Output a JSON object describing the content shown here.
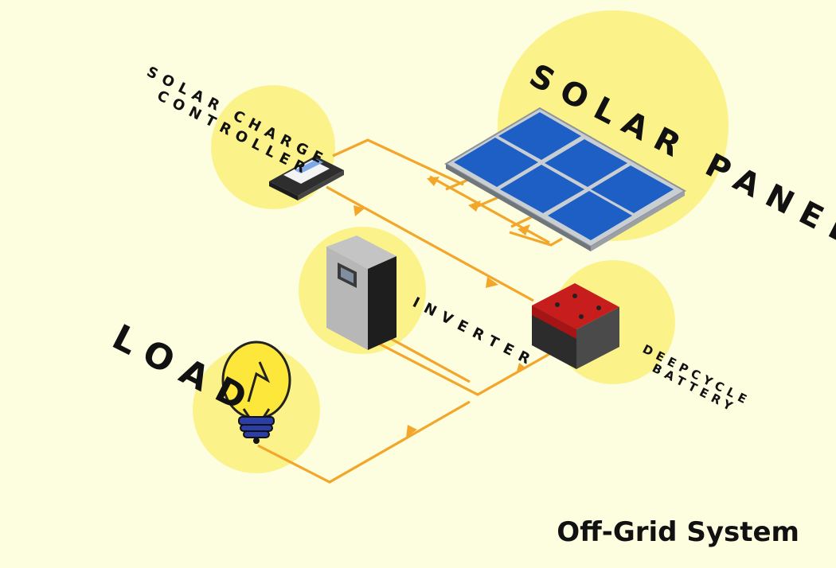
{
  "title": "Off-Grid System",
  "labels": {
    "solar_charge_controller_line1": "SOLAR CHARGE",
    "solar_charge_controller_line2": "CONTROLLER",
    "solar_panel": "SOLAR PANEL",
    "inverter": "INVERTER",
    "load": "LOAD",
    "deepcycle_battery_line1": "DEEPCYCLE",
    "deepcycle_battery_line2": "BATTERY"
  },
  "colors": {
    "background": "#fdfde0",
    "highlight_circle": "#fbf38a",
    "wire": "#f2a62a",
    "panel_cell": "#1e5fc6",
    "battery_red": "#c81d1d",
    "battery_body": "#3a3a3a",
    "bulb_yellow": "#fde73a",
    "bulb_base": "#2b3ea8"
  },
  "components": [
    {
      "name": "solar panel",
      "icon": "solar-panel-icon"
    },
    {
      "name": "solar charge controller",
      "icon": "charge-controller-icon"
    },
    {
      "name": "inverter",
      "icon": "inverter-icon"
    },
    {
      "name": "deepcycle battery",
      "icon": "battery-icon"
    },
    {
      "name": "load",
      "icon": "light-bulb-icon"
    }
  ]
}
